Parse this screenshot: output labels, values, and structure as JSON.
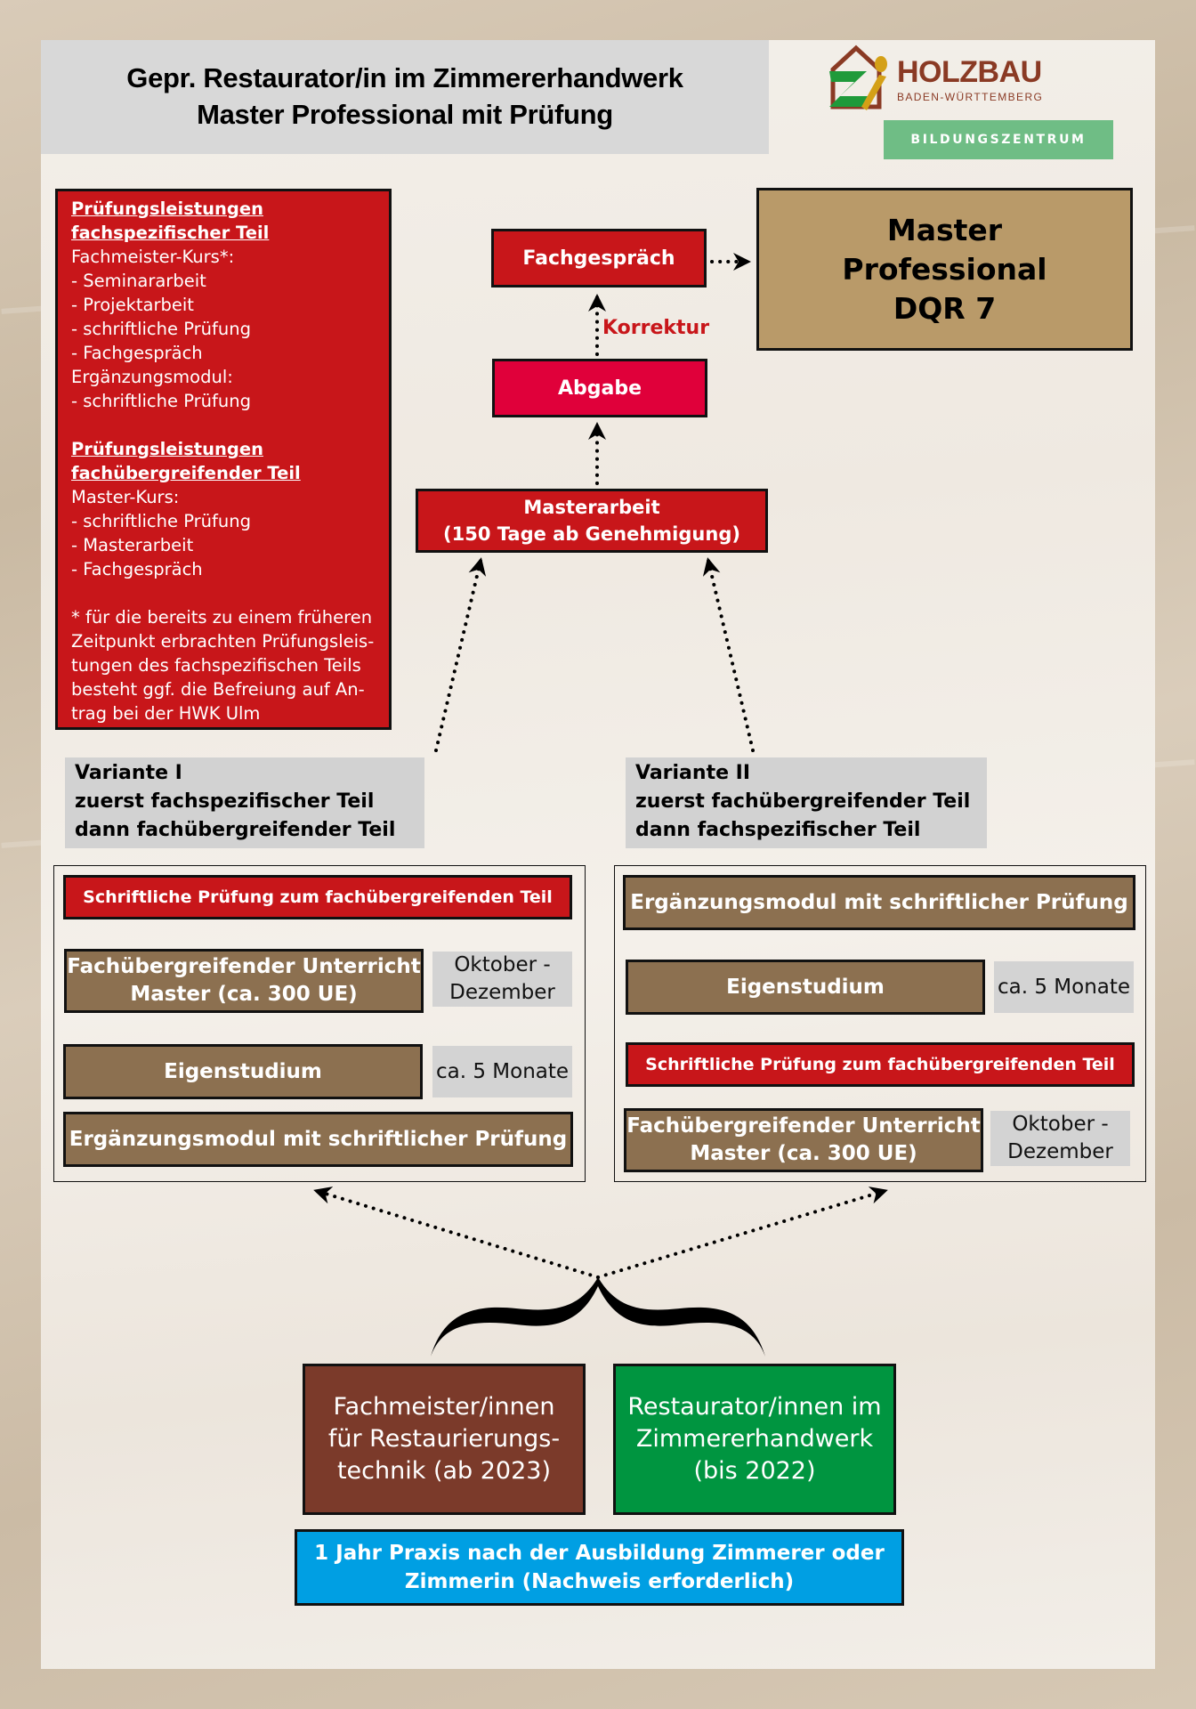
{
  "header": {
    "title_line1": "Gepr. Restaurator/in im Zimmererhandwerk",
    "title_line2": "Master Professional mit Prüfung"
  },
  "logo": {
    "brand": "HOLZBAU",
    "subtitle": "BADEN-WÜRTTEMBERG",
    "badge": "BILDUNGSZENTRUM",
    "colors": {
      "brand": "#8a3a24",
      "green": "#1f9a3a",
      "yellow": "#d4a017",
      "badge": "#6fbd85"
    }
  },
  "requirements": {
    "section1_heading_line1": "Prüfungsleistungen ",
    "section1_heading_line2": "fachspezifischer Teil",
    "section1_items": [
      "Fachmeister-Kurs*:",
      "- Seminararbeit",
      "- Projektarbeit",
      "- schriftliche Prüfung",
      "- Fachgespräch",
      "Ergänzungsmodul:",
      "- schriftliche Prüfung"
    ],
    "section2_heading_line1": "Prüfungsleistungen ",
    "section2_heading_line2": "fachübergreifender Teil",
    "section2_items": [
      "Master-Kurs:",
      "- schriftliche Prüfung",
      "- Masterarbeit",
      "- Fachgespräch"
    ],
    "footnote_lines": [
      "* für die bereits zu einem früheren",
      "Zeitpunkt erbrachten Prüfungsleis-",
      "tungen des fachspezifischen Teils",
      "besteht ggf. die Befreiung auf An-",
      "trag bei der HWK Ulm"
    ]
  },
  "flow": {
    "fachgespraech": "Fachgespräch",
    "korrektur": "Korrektur",
    "abgabe": "Abgabe",
    "masterarbeit_line1": "Masterarbeit",
    "masterarbeit_line2": "(150 Tage ab Genehmigung)",
    "result_line1": "Master",
    "result_line2": "Professional",
    "result_line3": "DQR 7"
  },
  "variants": [
    {
      "label_line1": "Variante I",
      "label_line2": "zuerst fachspezifischer Teil",
      "label_line3": "dann fachübergreifender Teil",
      "steps": {
        "schriftlich": "Schriftliche Prüfung zum fachübergreifenden Teil",
        "unterricht_line1": "Fachübergreifender Unterricht",
        "unterricht_line2": "Master (ca. 300 UE)",
        "unterricht_note_line1": "Oktober -",
        "unterricht_note_line2": "Dezember",
        "eigenstudium": "Eigenstudium",
        "eigenstudium_note": "ca. 5 Monate",
        "ergaenzung": "Ergänzungsmodul mit schriftlicher Prüfung"
      }
    },
    {
      "label_line1": "Variante II",
      "label_line2": "zuerst fachübergreifender Teil",
      "label_line3": "dann fachspezifischer Teil",
      "steps": {
        "ergaenzung": "Ergänzungsmodul mit schriftlicher Prüfung",
        "eigenstudium": "Eigenstudium",
        "eigenstudium_note": "ca. 5 Monate",
        "schriftlich": "Schriftliche Prüfung zum fachübergreifenden Teil",
        "unterricht_line1": "Fachübergreifender Unterricht",
        "unterricht_line2": "Master (ca. 300 UE)",
        "unterricht_note_line1": "Oktober -",
        "unterricht_note_line2": "Dezember"
      }
    }
  ],
  "entry": {
    "fachmeister_line1": "Fachmeister/innen",
    "fachmeister_line2": "für Restaurierungs-",
    "fachmeister_line3": "technik (ab 2023)",
    "restaurator_line1": "Restaurator/innen im",
    "restaurator_line2": "Zimmererhandwerk",
    "restaurator_line3": "(bis 2022)",
    "praxis_line1": "1 Jahr Praxis nach der Ausbildung Zimmerer oder",
    "praxis_line2": "Zimmerin (Nachweis erforderlich)"
  },
  "colors": {
    "red": "#c8161a",
    "crimson": "#e0003a",
    "brown": "#8c7050",
    "gold": "#b99a69",
    "dark_brown": "#7b3a2a",
    "green": "#009540",
    "blue": "#009fe3",
    "grey": "#d3d3d3"
  }
}
